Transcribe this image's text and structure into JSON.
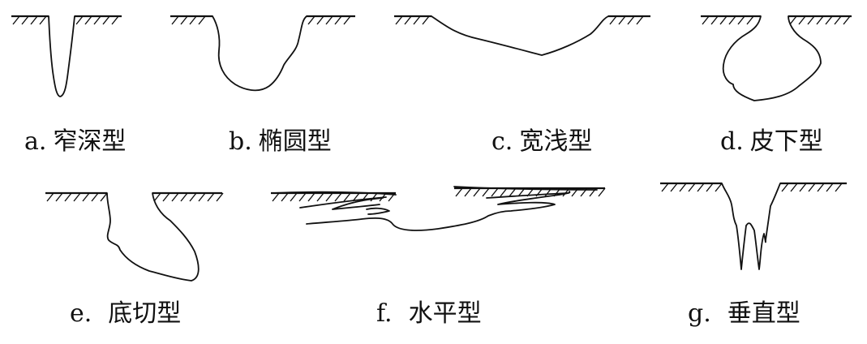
{
  "colors": {
    "line": "#111111",
    "background": "#ffffff"
  },
  "figures": [
    {
      "id": "a",
      "prefix": "a.",
      "name": "窄深型"
    },
    {
      "id": "b",
      "prefix": "b.",
      "name": "椭圆型"
    },
    {
      "id": "c",
      "prefix": "c.",
      "name": "宽浅型"
    },
    {
      "id": "d",
      "prefix": "d.",
      "name": "皮下型"
    },
    {
      "id": "e",
      "prefix": "e.",
      "name": "底切型"
    },
    {
      "id": "f",
      "prefix": "f.",
      "name": "水平型"
    },
    {
      "id": "g",
      "prefix": "g.",
      "name": "垂直型"
    }
  ]
}
